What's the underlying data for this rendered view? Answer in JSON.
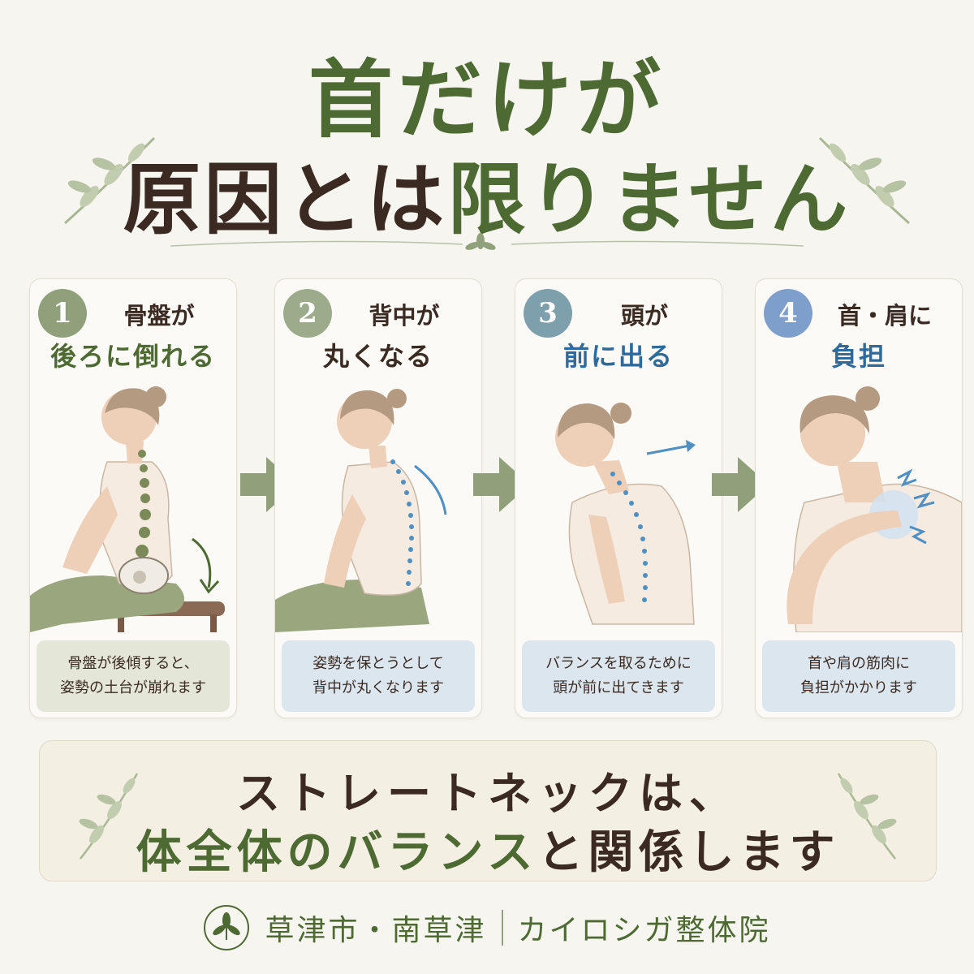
{
  "title": {
    "line1": "首だけが",
    "line2_part1": "原因とは",
    "line2_part2": "限りません"
  },
  "colors": {
    "green": "#4d6a32",
    "brown": "#3b2a22",
    "blue": "#2f6a9a",
    "step1": "#8fa07a",
    "step2": "#9cab8a",
    "step3": "#7ea0ad",
    "step4": "#7e9fcc"
  },
  "steps": [
    {
      "num": "1",
      "title1": "骨盤が",
      "title2": "後ろに倒れる",
      "desc1": "骨盤が後傾すると、",
      "desc2": "姿勢の土台が崩れます"
    },
    {
      "num": "2",
      "title1": "背中が",
      "title2": "丸くなる",
      "desc1": "姿勢を保とうとして",
      "desc2": "背中が丸くなります"
    },
    {
      "num": "3",
      "title1": "頭が",
      "title2": "前に出る",
      "desc1": "バランスを取るために",
      "desc2": "頭が前に出てきます"
    },
    {
      "num": "4",
      "title1": "首・肩に",
      "title2": "負担",
      "desc1": "首や肩の筋肉に",
      "desc2": "負担がかかります"
    }
  ],
  "bottom": {
    "line1": "ストレートネックは、",
    "line2_part1": "体全体の",
    "line2_part2": "バランス",
    "line2_part3": "と関係します"
  },
  "footer": {
    "location": "草津市・南草津",
    "clinic": "カイロシガ整体院"
  }
}
